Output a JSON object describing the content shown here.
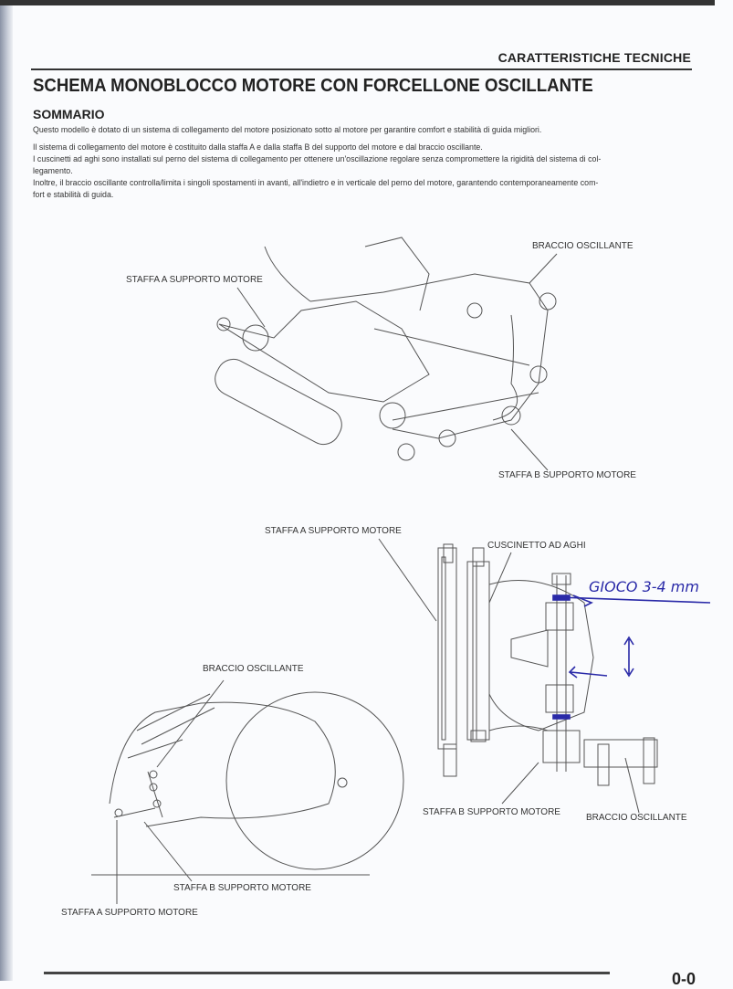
{
  "header": {
    "section": "CARATTERISTICHE TECNICHE",
    "title": "SCHEMA MONOBLOCCO MOTORE CON FORCELLONE OSCILLANTE",
    "subtitle": "SOMMARIO"
  },
  "paragraphs": [
    "Questo modello è dotato di un sistema di collegamento del motore posizionato sotto al motore per garantire comfort e stabilità di guida migliori.",
    "Il sistema di collegamento del motore è costituito dalla staffa A e dalla staffa B del supporto del motore e dal braccio oscillante.",
    "I cuscinetti ad aghi sono installati sul perno del sistema di collegamento per ottenere un'oscillazione regolare senza compromettere la rigidità del sistema di col-",
    "legamento.",
    "Inoltre, il braccio oscillante controlla/limita i singoli spostamenti in avanti, all'indietro e in verticale del perno del motore, garantendo contemporaneamente com-",
    "fort e stabilità di guida."
  ],
  "figure1": {
    "label_arm": "BRACCIO OSCILLANTE",
    "label_a": "STAFFA A SUPPORTO MOTORE",
    "label_b": "STAFFA B SUPPORTO MOTORE"
  },
  "figure2": {
    "label_a": "STAFFA A SUPPORTO MOTORE",
    "label_bearing": "CUSCINETTO AD AGHI",
    "label_b": "STAFFA B SUPPORTO MOTORE",
    "label_arm": "BRACCIO OSCILLANTE",
    "handwritten_note": "GIOCO 3-4 mm"
  },
  "figure3": {
    "label_arm": "BRACCIO OSCILLANTE",
    "label_b": "STAFFA B SUPPORTO MOTORE",
    "label_a": "STAFFA A SUPPORTO MOTORE"
  },
  "footer": {
    "page_number": "0-0"
  }
}
